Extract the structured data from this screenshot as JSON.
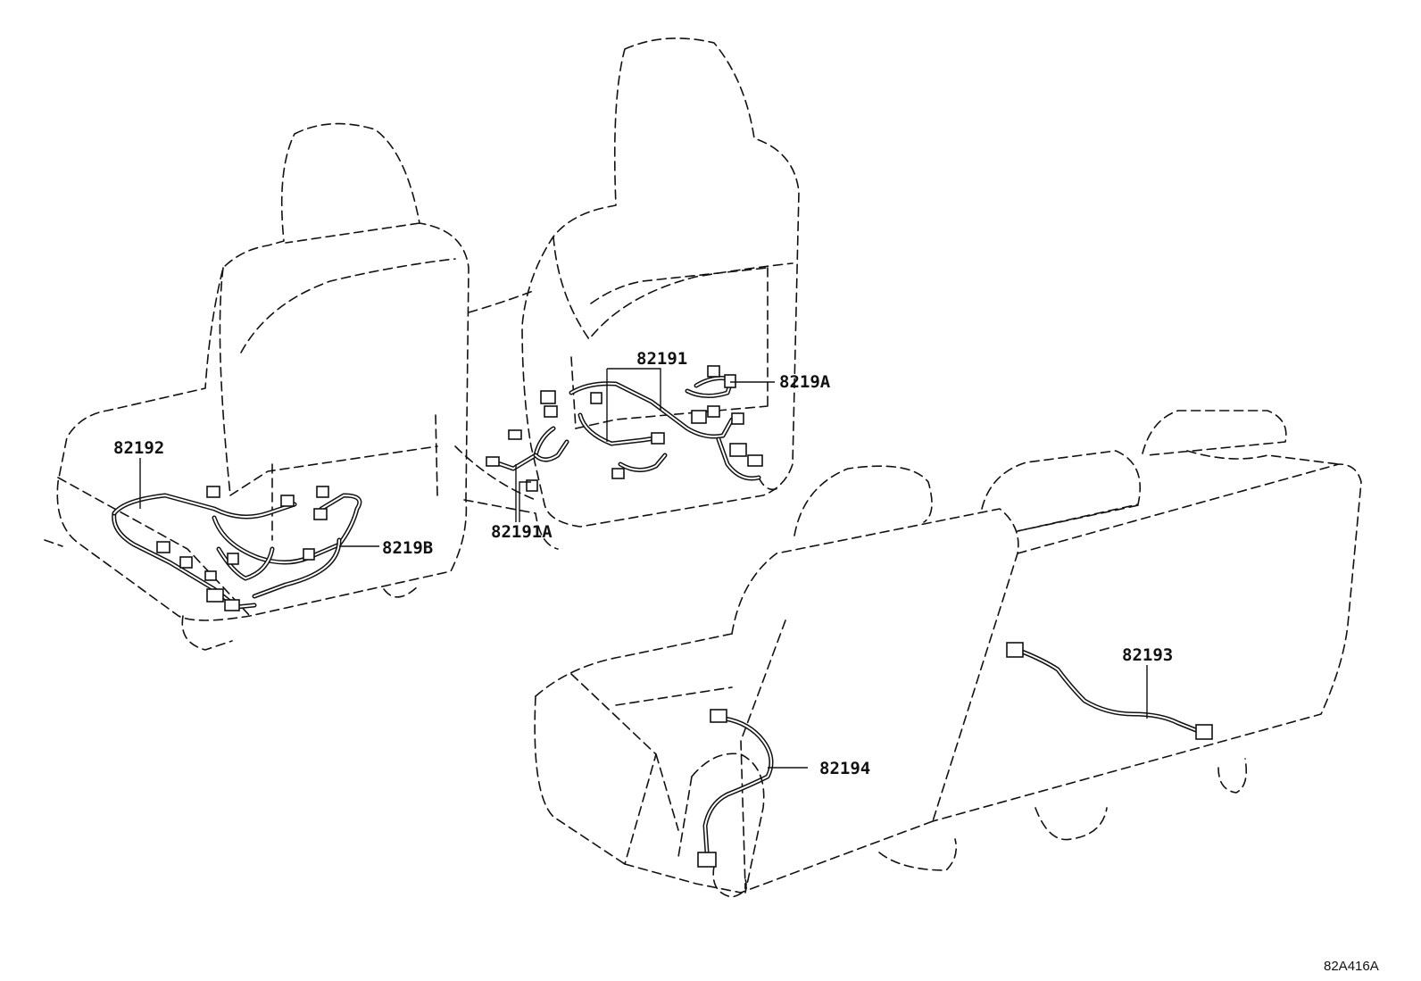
{
  "diagram": {
    "code": "82A416A",
    "parts": [
      {
        "id": "82192",
        "label": "82192"
      },
      {
        "id": "8219B",
        "label": "8219B"
      },
      {
        "id": "82191",
        "label": "82191"
      },
      {
        "id": "8219A",
        "label": "8219A"
      },
      {
        "id": "82191A",
        "label": "82191A"
      },
      {
        "id": "82193",
        "label": "82193"
      },
      {
        "id": "82194",
        "label": "82194"
      }
    ]
  }
}
